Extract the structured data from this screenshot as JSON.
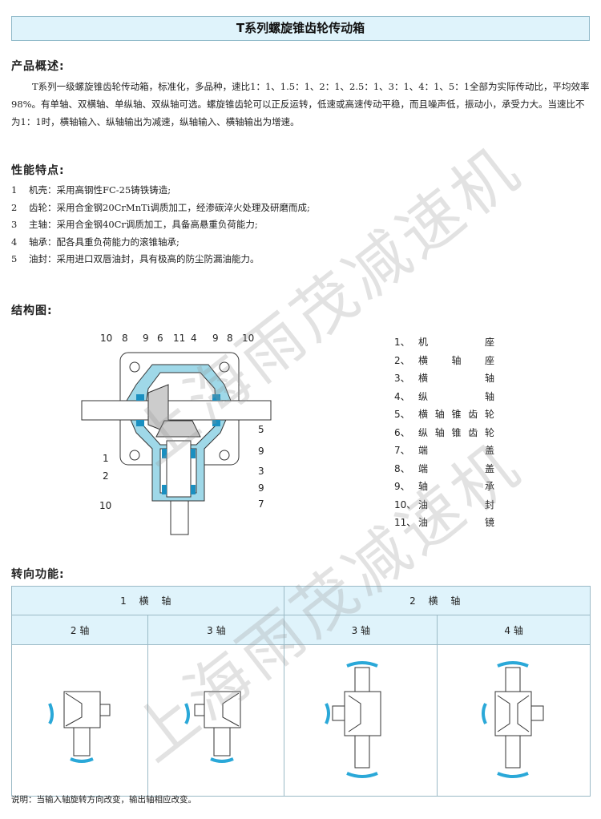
{
  "title": "T系列螺旋锥齿轮传动箱",
  "overview": {
    "heading": "产品概述:",
    "text": "T系列一级螺旋锥齿轮传动箱，标准化，多品种，速比1：1、1.5：1、2：1、2.5：1、3：1、4：1、5：1全部为实际传动比，平均效率98%。有单轴、双横轴、单纵轴、双纵轴可选。螺旋锥齿轮可以正反运转，低速或高速传动平稳，而且噪声低，振动小，承受力大。当速比不为1：1时，横轴输入、纵轴输出为减速，纵轴输入、横轴输出为增速。"
  },
  "features": {
    "heading": "性能特点:",
    "items": [
      {
        "n": "1",
        "text": "机壳：采用高钢性FC-25铸铁铸造;"
      },
      {
        "n": "2",
        "text": "齿轮：采用合金钢20CrMnTi调质加工，经渗碳淬火处理及研磨而成;"
      },
      {
        "n": "3",
        "text": "主轴：采用合金钢40Cr调质加工，具备高悬重负荷能力;"
      },
      {
        "n": "4",
        "text": "轴承：配各具重负荷能力的滚锥轴承;"
      },
      {
        "n": "5",
        "text": "油封：采用进口双唇油封，具有极高的防尘防漏油能力。"
      }
    ]
  },
  "structure": {
    "heading": "结构图:",
    "callouts_top": [
      "10",
      "8",
      "9",
      "6",
      "11",
      "4",
      "9",
      "8",
      "10"
    ],
    "callouts_right": [
      "5",
      "9",
      "3",
      "9",
      "7"
    ],
    "callouts_left": [
      "1",
      "2",
      "10"
    ],
    "parts": [
      {
        "n": "1、",
        "name": "机座"
      },
      {
        "n": "2、",
        "name": "横轴座"
      },
      {
        "n": "3、",
        "name": "横轴"
      },
      {
        "n": "4、",
        "name": "纵轴"
      },
      {
        "n": "5、",
        "name": "横轴锥齿轮"
      },
      {
        "n": "6、",
        "name": "纵轴锥齿轮"
      },
      {
        "n": "7、",
        "name": "端盖"
      },
      {
        "n": "8、",
        "name": "端盖"
      },
      {
        "n": "9、",
        "name": "轴承"
      },
      {
        "n": "10、",
        "name": "油封"
      },
      {
        "n": "11、",
        "name": "油镜"
      }
    ]
  },
  "rotation": {
    "heading": "转向功能:",
    "groups": [
      "1 横 轴",
      "2 横 轴"
    ],
    "cols": [
      "2 轴",
      "3 轴",
      "3 轴",
      "4 轴"
    ]
  },
  "note": "说明：当输入轴旋转方向改变，输出轴相应改变。",
  "watermark": "上海雨茂减速机",
  "colors": {
    "accent_bg": "#dff3fb",
    "housing": "#9fd8e8",
    "bearing": "#1a8fc0"
  }
}
